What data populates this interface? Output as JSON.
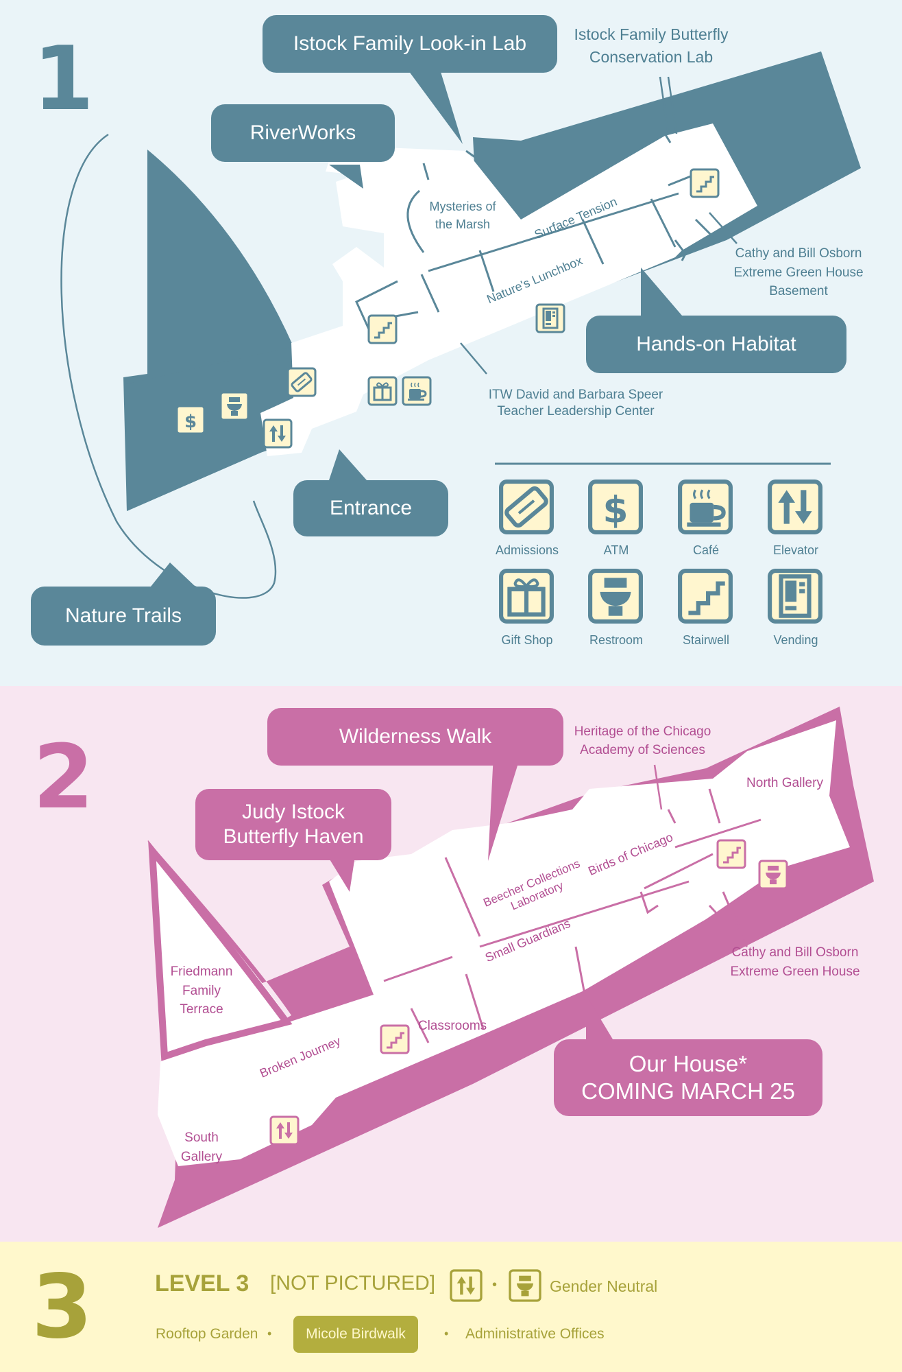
{
  "colors": {
    "level1_bg": "#EAF4F8",
    "level1_accent": "#5A8799",
    "level2_bg": "#F8E6F1",
    "level2_accent": "#C96FA6",
    "level3_bg": "#FFF8CC",
    "level3_accent": "#A7A23A",
    "icon_fill": "#FFF6CF"
  },
  "level1": {
    "number": "1",
    "callouts": {
      "look_in_lab": "Istock Family Look-in Lab",
      "riverworks": "RiverWorks",
      "hands_on": "Hands-on Habitat",
      "entrance": "Entrance",
      "nature_trails": "Nature Trails"
    },
    "labels": {
      "butterfly_lab_1": "Istock Family Butterfly",
      "butterfly_lab_2": "Conservation Lab",
      "mysteries_1": "Mysteries of",
      "mysteries_2": "the Marsh",
      "surface_tension": "Surface Tension",
      "natures_lunchbox": "Nature's Lunchbox",
      "osborn_1": "Cathy and Bill Osborn",
      "osborn_2": "Extreme Green House",
      "osborn_3": "Basement",
      "itw_1": "ITW David and Barbara Speer",
      "itw_2": "Teacher Leadership Center"
    },
    "legend": [
      {
        "icon": "admissions-ticket-icon",
        "label": "Admissions"
      },
      {
        "icon": "atm-dollar-icon",
        "label": "ATM"
      },
      {
        "icon": "cafe-cup-icon",
        "label": "Café"
      },
      {
        "icon": "elevator-arrows-icon",
        "label": "Elevator"
      },
      {
        "icon": "gift-shop-icon",
        "label": "Gift Shop"
      },
      {
        "icon": "restroom-toilet-icon",
        "label": "Restroom"
      },
      {
        "icon": "stairwell-icon",
        "label": "Stairwell"
      },
      {
        "icon": "vending-machine-icon",
        "label": "Vending"
      }
    ]
  },
  "level2": {
    "number": "2",
    "callouts": {
      "wilderness_walk": "Wilderness Walk",
      "butterfly_haven_1": "Judy Istock",
      "butterfly_haven_2": "Butterfly Haven",
      "our_house_1": "Our House*",
      "our_house_2": "COMING MARCH 25"
    },
    "labels": {
      "heritage_1": "Heritage of the Chicago",
      "heritage_2": "Academy of Sciences",
      "north_gallery": "North Gallery",
      "birds_of_chicago": "Birds of Chicago",
      "beecher_1": "Beecher Collections",
      "beecher_2": "Laboratory",
      "small_guardians": "Small Guardians",
      "osborn_1": "Cathy and Bill Osborn",
      "osborn_2": "Extreme Green House",
      "friedmann_1": "Friedmann",
      "friedmann_2": "Family",
      "friedmann_3": "Terrace",
      "classrooms": "Classrooms",
      "broken_journey": "Broken Journey",
      "south_1": "South",
      "south_2": "Gallery"
    }
  },
  "level3": {
    "number": "3",
    "title": "LEVEL 3",
    "not_pictured": "[NOT PICTURED]",
    "gender_neutral": "Gender Neutral",
    "bullet": "•",
    "items": {
      "rooftop": "Rooftop Garden",
      "birdwalk": "Micole Birdwalk",
      "offices": "Administrative Offices"
    }
  }
}
